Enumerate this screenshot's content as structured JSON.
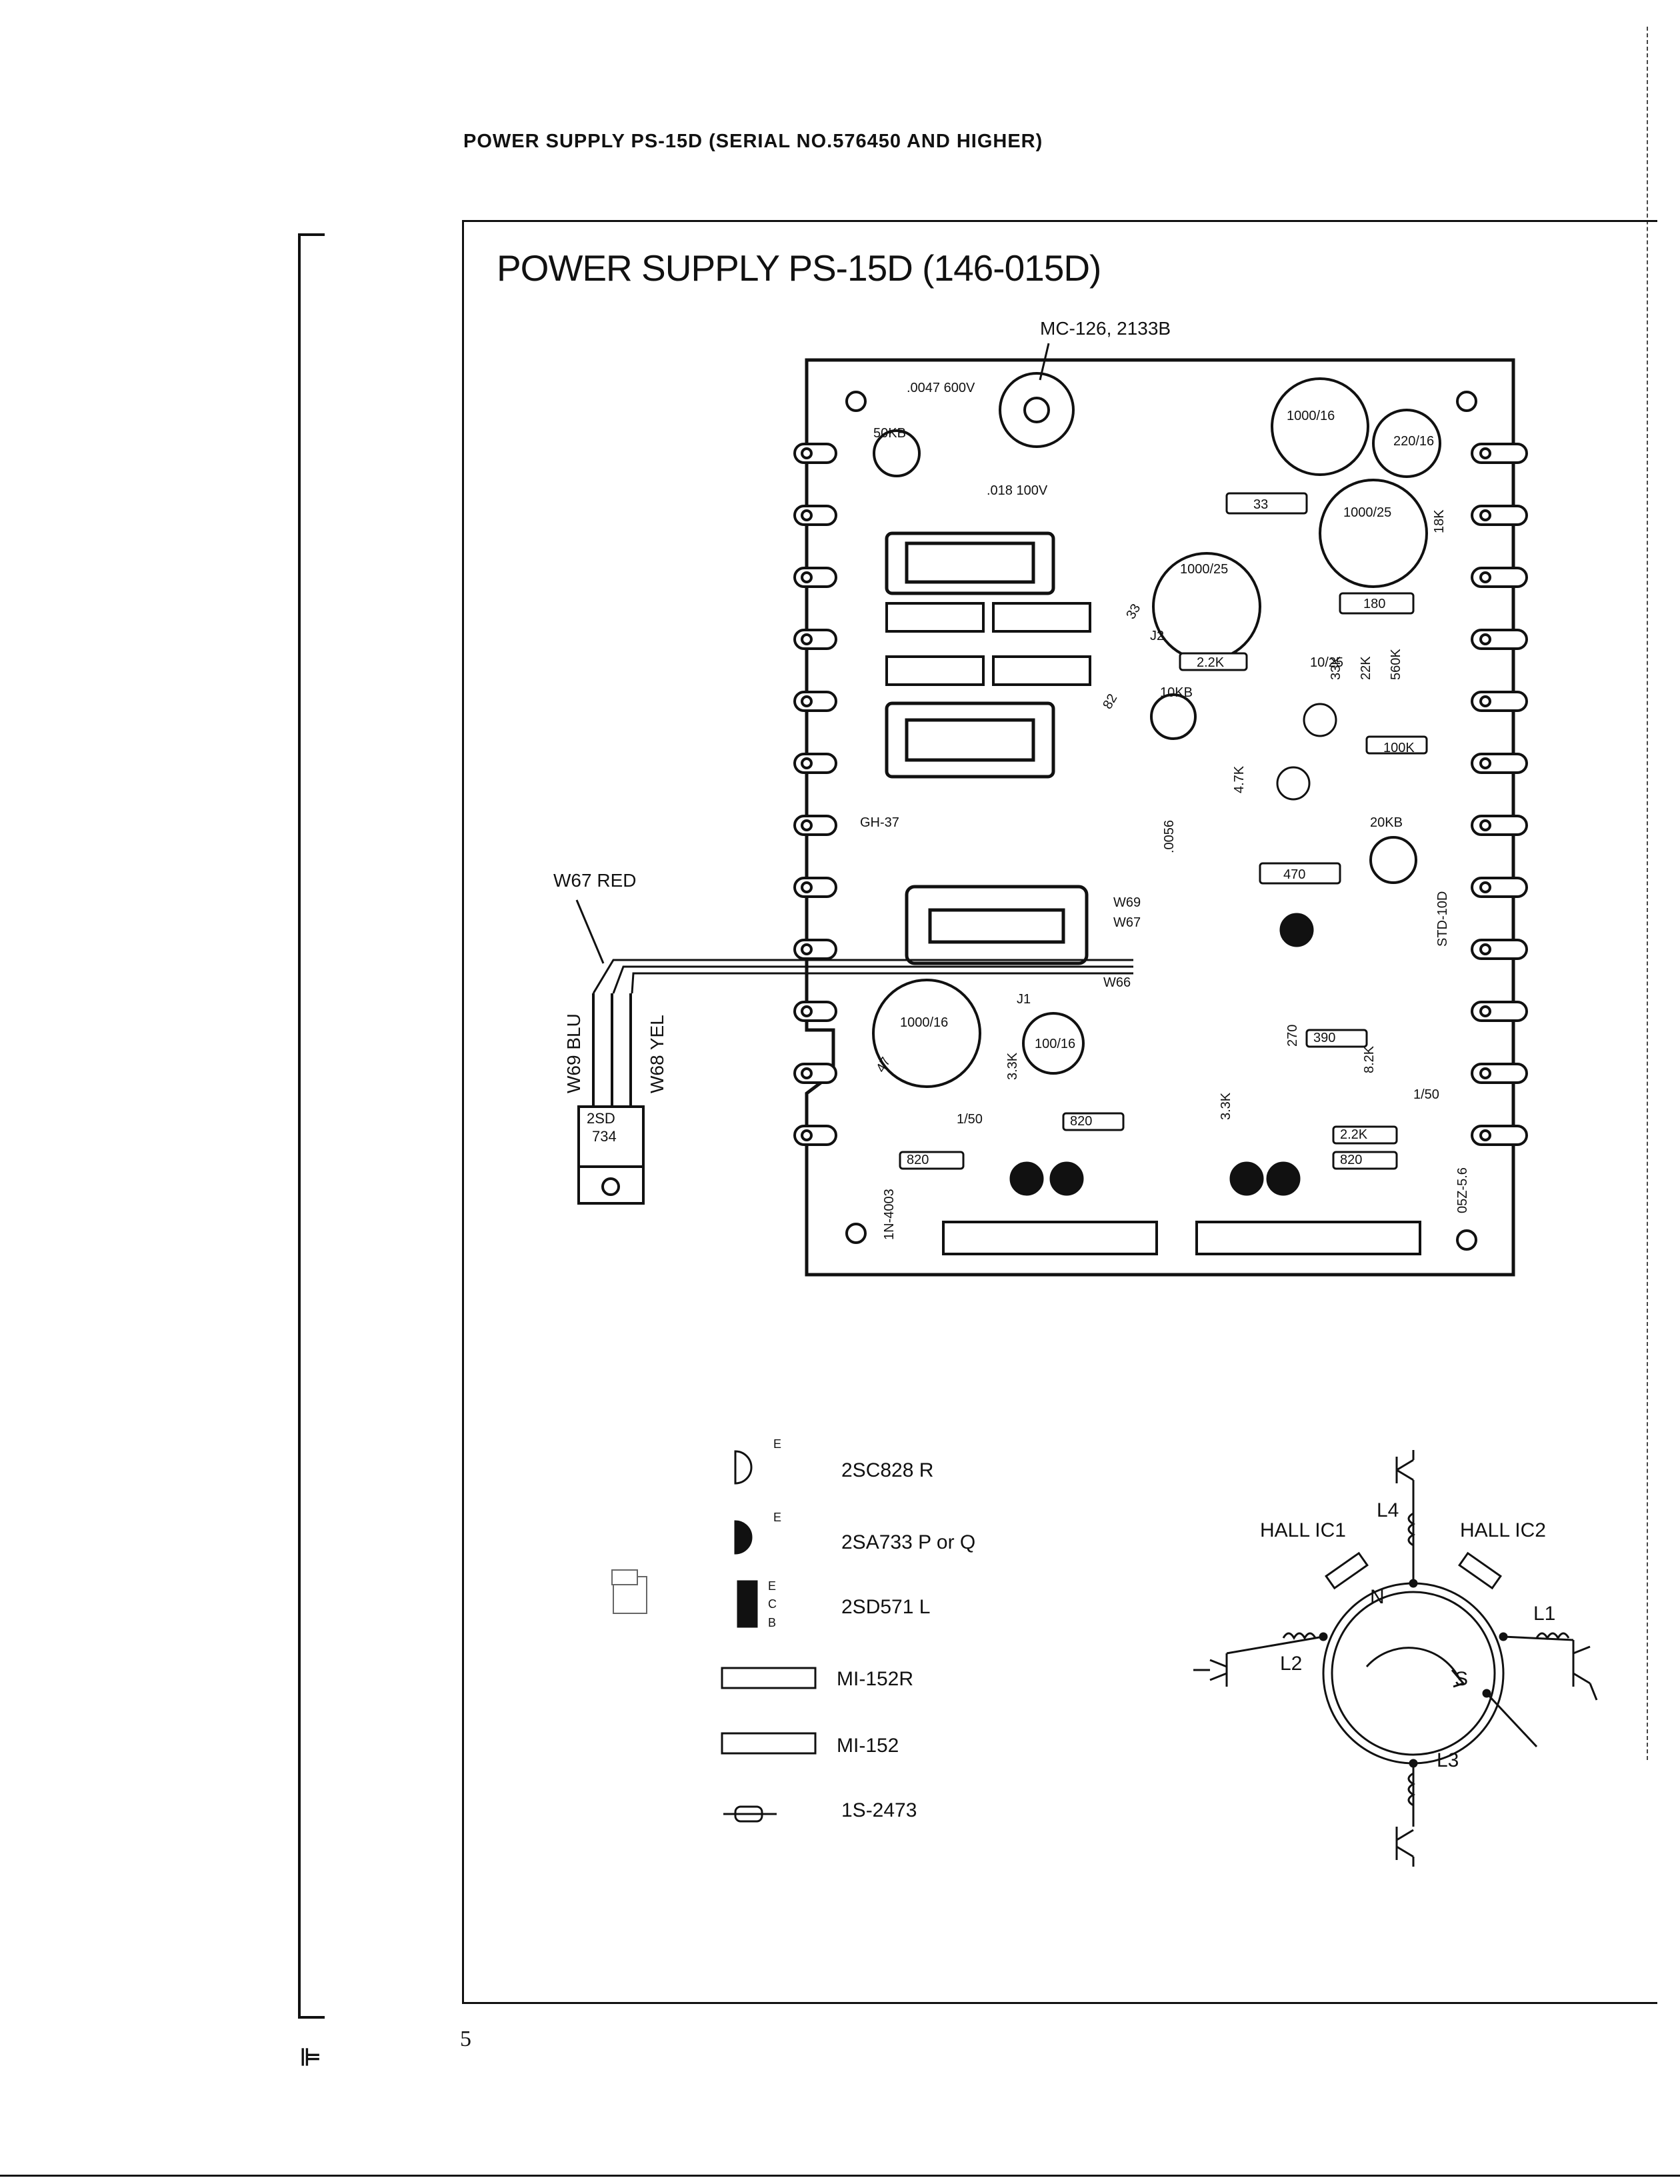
{
  "page": {
    "header": "POWER SUPPLY PS-15D (SERIAL NO.576450 AND HIGHER)",
    "title": "POWER SUPPLY PS-15D (146-015D)",
    "page_number": "5"
  },
  "board": {
    "motor_label": "MC-126, 2133B",
    "wire_labels": [
      "W67 RED",
      "W69 BLU",
      "W68 YEL"
    ],
    "transistor_marking": [
      "2SD",
      "734"
    ],
    "components": [
      "50KB",
      ".0047 600V",
      ".018 100V",
      "1000/16",
      "220/16",
      "1000/25",
      "1000/25",
      "33",
      "33",
      "180",
      "2.2K",
      "10KB",
      "20KB",
      "470",
      "100K",
      "GH-37",
      "J1",
      "J2",
      "82",
      "390",
      "820",
      "820",
      "820",
      "2.2K",
      "100/16",
      "1000/16",
      "47",
      "270",
      "3.3K",
      "8.2K",
      "1N-4003",
      "05Z-5.6",
      "STD-10D",
      "W66",
      "W67",
      "W69",
      ".0056",
      "10/25",
      "18K",
      "33K",
      "22K",
      "560K",
      "4.7K",
      "3.3K",
      "1/50",
      "1/50"
    ]
  },
  "legend": [
    {
      "part": "2SC828 R",
      "symbol": "transistor-npn"
    },
    {
      "part": "2SA733 P or Q",
      "symbol": "transistor-pnp"
    },
    {
      "part": "2SD571 L",
      "symbol": "power-transistor"
    },
    {
      "part": "MI-152R",
      "symbol": "diode-pair-reverse"
    },
    {
      "part": "MI-152",
      "symbol": "diode-pair"
    },
    {
      "part": "1S-2473",
      "symbol": "diode"
    }
  ],
  "legend_pin_marks": {
    "e": "E",
    "c": "C",
    "b": "B"
  },
  "motor_diagram": {
    "hall_ic1": "HALL IC1",
    "hall_ic2": "HALL IC2",
    "coils": [
      "L1",
      "L2",
      "L3",
      "L4"
    ],
    "north": "N",
    "south": "S"
  }
}
